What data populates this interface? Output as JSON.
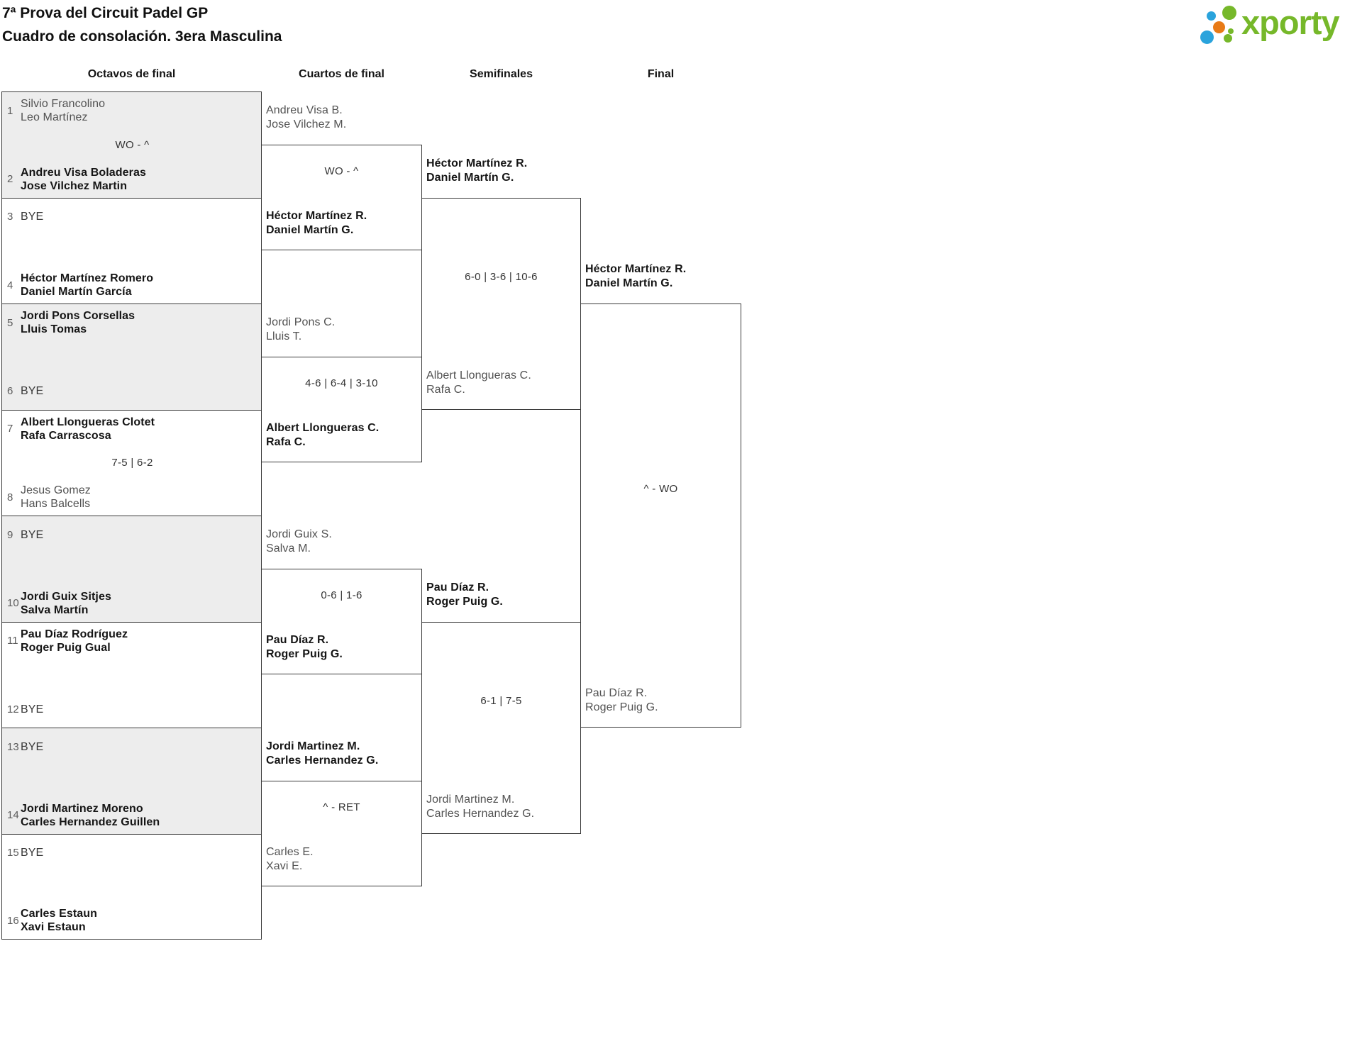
{
  "page_title": "7ª Prova del Circuit Padel GP",
  "page_subtitle": "Cuadro de consolación. 3era Masculina",
  "logo": {
    "brand": "xporty"
  },
  "colors": {
    "brand_green": "#76b82a",
    "brand_blue": "#2aa3dc",
    "brand_orange": "#e87b17",
    "shaded_row_bg": "#ededed",
    "box_border": "#3a3a3a",
    "winner_text": "#151515",
    "loser_text": "#525252"
  },
  "bracket": {
    "round_labels": [
      "Octavos de final",
      "Cuartos de final",
      "Semifinales",
      "Final"
    ],
    "round_of_16": [
      {
        "seed_a": "1",
        "team_a": [
          "Silvio Francolino",
          "Leo Martínez"
        ],
        "seed_b": "2",
        "team_b": [
          "Andreu Visa Boladeras",
          "Jose Vilchez Martin"
        ],
        "winner": "b",
        "score": "WO - ^",
        "shaded": true
      },
      {
        "seed_a": "3",
        "team_a": [
          "BYE"
        ],
        "seed_b": "4",
        "team_b": [
          "Héctor Martínez Romero",
          "Daniel Martín García"
        ],
        "winner": "b",
        "score": "",
        "shaded": false
      },
      {
        "seed_a": "5",
        "team_a": [
          "Jordi Pons Corsellas",
          "Lluis Tomas"
        ],
        "seed_b": "6",
        "team_b": [
          "BYE"
        ],
        "winner": "a",
        "score": "",
        "shaded": true
      },
      {
        "seed_a": "7",
        "team_a": [
          "Albert Llongueras Clotet",
          "Rafa Carrascosa"
        ],
        "seed_b": "8",
        "team_b": [
          "Jesus Gomez",
          "Hans Balcells"
        ],
        "winner": "a",
        "score": "7-5 | 6-2",
        "shaded": false
      },
      {
        "seed_a": "9",
        "team_a": [
          "BYE"
        ],
        "seed_b": "10",
        "team_b": [
          "Jordi Guix Sitjes",
          "Salva Martín"
        ],
        "winner": "b",
        "score": "",
        "shaded": true
      },
      {
        "seed_a": "11",
        "team_a": [
          "Pau Díaz Rodríguez",
          "Roger Puig Gual"
        ],
        "seed_b": "12",
        "team_b": [
          "BYE"
        ],
        "winner": "a",
        "score": "",
        "shaded": false
      },
      {
        "seed_a": "13",
        "team_a": [
          "BYE"
        ],
        "seed_b": "14",
        "team_b": [
          "Jordi Martinez Moreno",
          "Carles Hernandez Guillen"
        ],
        "winner": "b",
        "score": "",
        "shaded": true
      },
      {
        "seed_a": "15",
        "team_a": [
          "BYE"
        ],
        "seed_b": "16",
        "team_b": [
          "Carles Estaun",
          "Xavi Estaun"
        ],
        "winner": "b",
        "score": "",
        "shaded": false
      }
    ],
    "quarterfinals": [
      {
        "team_a": [
          "Andreu Visa B.",
          "Jose Vilchez M."
        ],
        "team_b": [
          "Héctor Martínez R.",
          "Daniel Martín G."
        ],
        "winner": "b",
        "score": "WO - ^"
      },
      {
        "team_a": [
          "Jordi Pons C.",
          "Lluis T."
        ],
        "team_b": [
          "Albert Llongueras C.",
          "Rafa C."
        ],
        "winner": "b",
        "score": "4-6 | 6-4 | 3-10"
      },
      {
        "team_a": [
          "Jordi Guix S.",
          "Salva M."
        ],
        "team_b": [
          "Pau Díaz R.",
          "Roger Puig G."
        ],
        "winner": "b",
        "score": "0-6 | 1-6"
      },
      {
        "team_a": [
          "Jordi Martinez M.",
          "Carles Hernandez G."
        ],
        "team_b": [
          "Carles E.",
          "Xavi E."
        ],
        "winner": "a",
        "score": "^ - RET"
      }
    ],
    "semifinals": [
      {
        "team_a": [
          "Héctor Martínez R.",
          "Daniel Martín G."
        ],
        "team_b": [
          "Albert Llongueras C.",
          "Rafa C."
        ],
        "winner": "a",
        "score": "6-0 | 3-6 | 10-6"
      },
      {
        "team_a": [
          "Pau Díaz R.",
          "Roger Puig G."
        ],
        "team_b": [
          "Jordi Martinez M.",
          "Carles Hernandez G."
        ],
        "winner": "a",
        "score": "6-1 | 7-5"
      }
    ],
    "final": [
      {
        "team_a": [
          "Héctor Martínez R.",
          "Daniel Martín G."
        ],
        "team_b": [
          "Pau Díaz R.",
          "Roger Puig G."
        ],
        "winner": "a",
        "score": "^ - WO"
      }
    ]
  }
}
